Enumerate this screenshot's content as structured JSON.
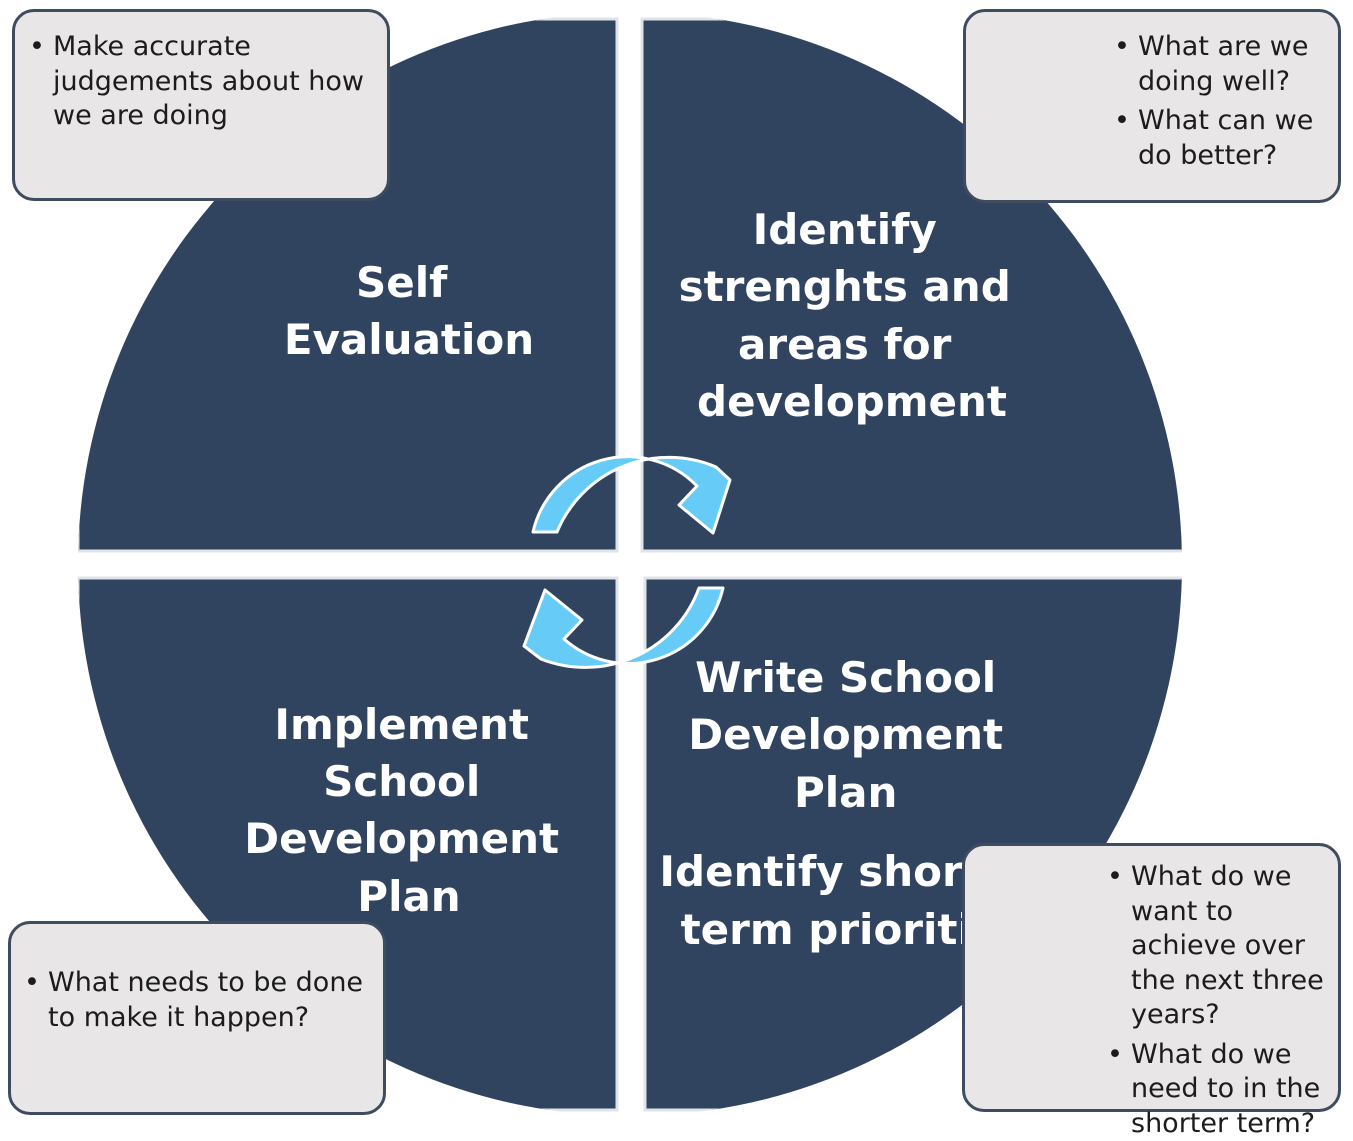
{
  "quadrants": {
    "self_evaluation": {
      "lines": [
        "Self",
        "Evaluation"
      ]
    },
    "identify_strengths": {
      "lines": [
        "Identify",
        "strenghts and",
        "areas for",
        "development"
      ]
    },
    "implement_plan": {
      "lines": [
        "Implement",
        "School",
        "Development",
        "Plan"
      ]
    },
    "write_plan": {
      "lines": [
        "Write School",
        "Development",
        "Plan",
        "Identify shorter",
        "term priorities"
      ]
    }
  },
  "callouts": {
    "top_left": {
      "items": [
        "Make accurate judgements about how we are doing"
      ]
    },
    "top_right": {
      "items": [
        "What are we doing well?",
        "What can we do better?"
      ]
    },
    "bottom_left": {
      "items": [
        "What needs to be done to make it happen?"
      ]
    },
    "bottom_right": {
      "items": [
        "What do we want to achieve over the next three years?",
        "What do we need to in the shorter term?"
      ]
    }
  },
  "colors": {
    "quadrant_fill": "#30435f",
    "quadrant_border": "#dfe3ea",
    "callout_fill": "#e8e6e7",
    "callout_border": "#3f4c60",
    "arrow_fill": "#66ccf7",
    "arrow_stroke": "#ffffff"
  },
  "icons": {
    "cycle_arrows": "circular-arrows-icon"
  }
}
